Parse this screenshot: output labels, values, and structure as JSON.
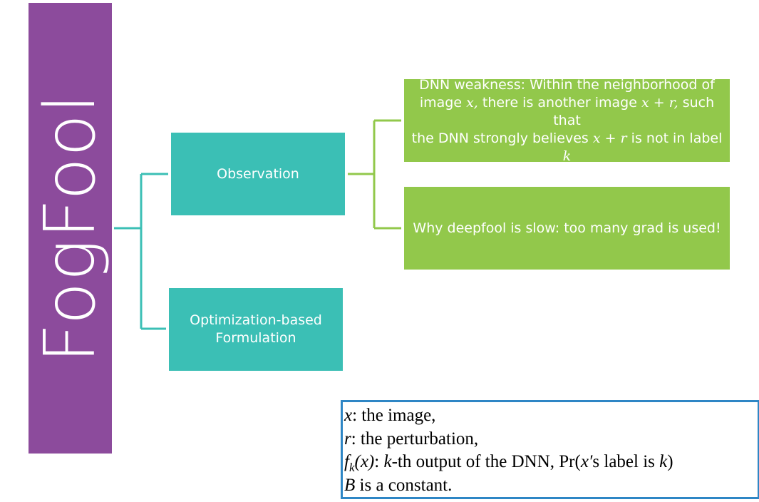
{
  "title": "FogFool",
  "nodes": {
    "observation": "Observation",
    "optimization_line1": "Optimization-based",
    "optimization_line2": "Formulation",
    "weakness": {
      "line1": "DNN weakness: Within the neighborhood of",
      "line2_a": "image ",
      "line2_x": "x,",
      "line2_b": "  there is another image ",
      "line2_xr": "x + r,",
      "line2_c": " such that",
      "line3_a": "the DNN strongly believes ",
      "line3_xr": "x + r",
      "line3_b": " is not in label ",
      "line3_k": "k"
    },
    "slow": "Why deepfool is slow: too many grad is used!"
  },
  "legend": {
    "line1_var": "x",
    "line1_text": ": the image,",
    "line2_var": "r",
    "line2_text": ": the perturbation,",
    "line3_f": "f",
    "line3_sub": "k",
    "line3_arg": "(x)",
    "line3_colon": ": ",
    "line3_k": "k",
    "line3_text": "-th output of the DNN, Pr(",
    "line3_x": "x′",
    "line3_text2": "s label is ",
    "line3_k2": "k",
    "line3_close": ")",
    "line4_var": "B",
    "line4_text": " is a constant."
  },
  "colors": {
    "title_bg": "#8c4b9c",
    "teal": "#3bbfb5",
    "green": "#92c84b",
    "legend_border": "#2e86c5"
  }
}
